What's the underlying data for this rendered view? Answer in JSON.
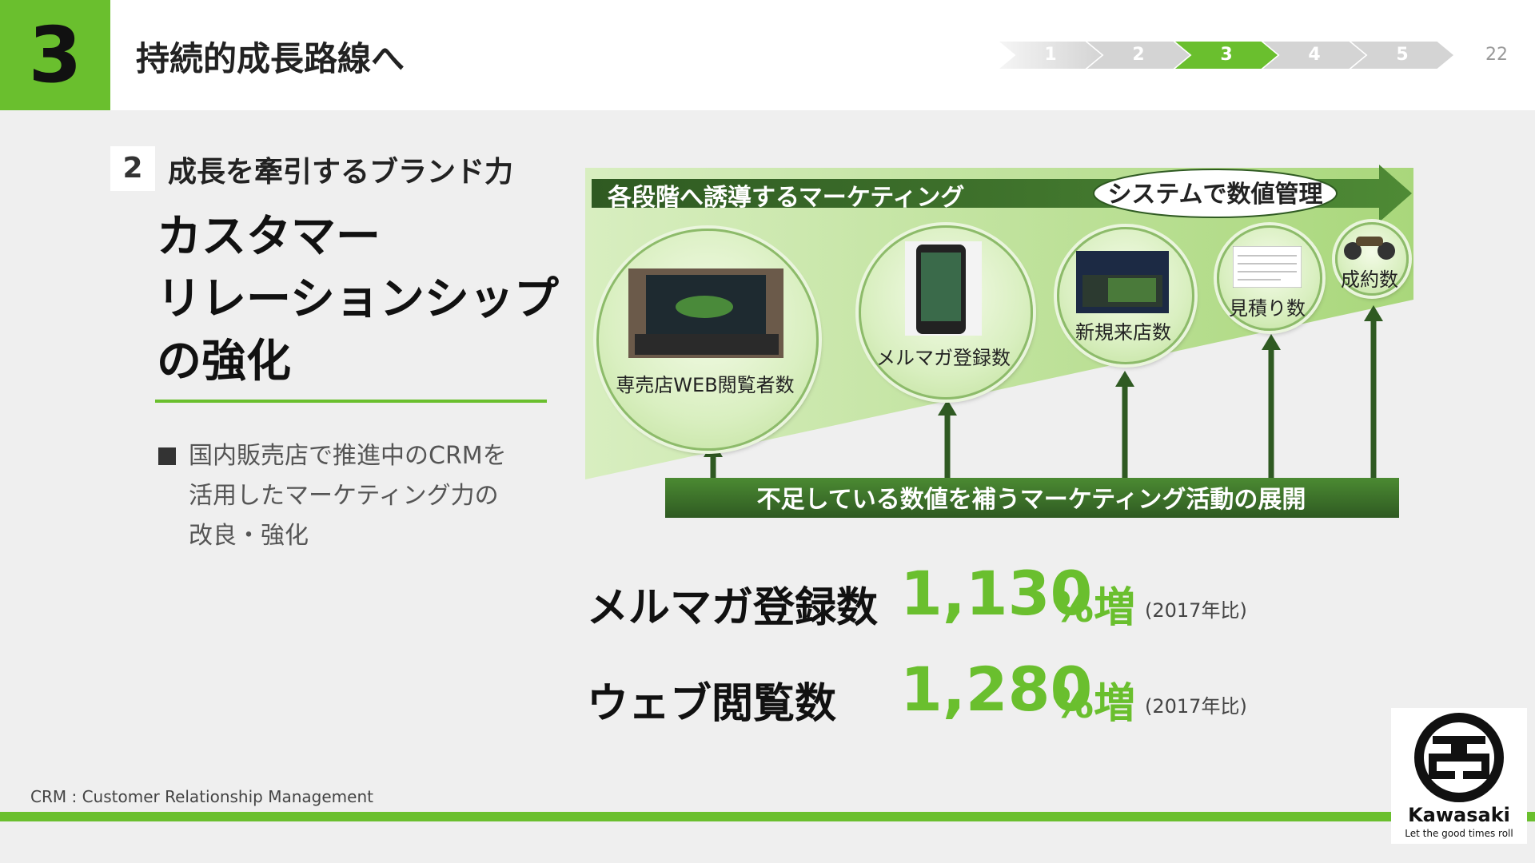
{
  "header": {
    "chapter": "3",
    "title": "持続的成長路線へ",
    "steps": [
      "1",
      "2",
      "3",
      "4",
      "5"
    ],
    "active_step": 3,
    "page_number": "22"
  },
  "section": {
    "number": "2",
    "title": "成長を牽引するブランド力"
  },
  "headline": [
    "カスタマー",
    "リレーションシップ",
    "の強化"
  ],
  "bullet": [
    "国内販売店で推進中のCRMを",
    "活用したマーケティング力の",
    "改良・強化"
  ],
  "diagram": {
    "top_arrow_label": "各段階へ誘導するマーケティング",
    "system_label": "システムで数値管理",
    "stages": [
      "専売店WEB閲覧者数",
      "メルマガ登録数",
      "新規来店数",
      "見積り数",
      "成約数"
    ],
    "bottom_bar_label": "不足している数値を補うマーケティング活動の展開"
  },
  "stats": [
    {
      "label": "メルマガ登録数",
      "value": "1,130",
      "unit": "%増",
      "note": "(2017年比)"
    },
    {
      "label": "ウェブ閲覧数",
      "value": "1,280",
      "unit": "%増",
      "note": "(2017年比)"
    }
  ],
  "footnote": "CRM : Customer Relationship Management",
  "logo": {
    "name": "Kawasaki",
    "tagline": "Let the good times roll"
  },
  "colors": {
    "accent": "#6abf2e",
    "dark_green": "#3f6b2a",
    "light_green": "#cde7ad",
    "inactive_step": "#d4d4d4"
  }
}
